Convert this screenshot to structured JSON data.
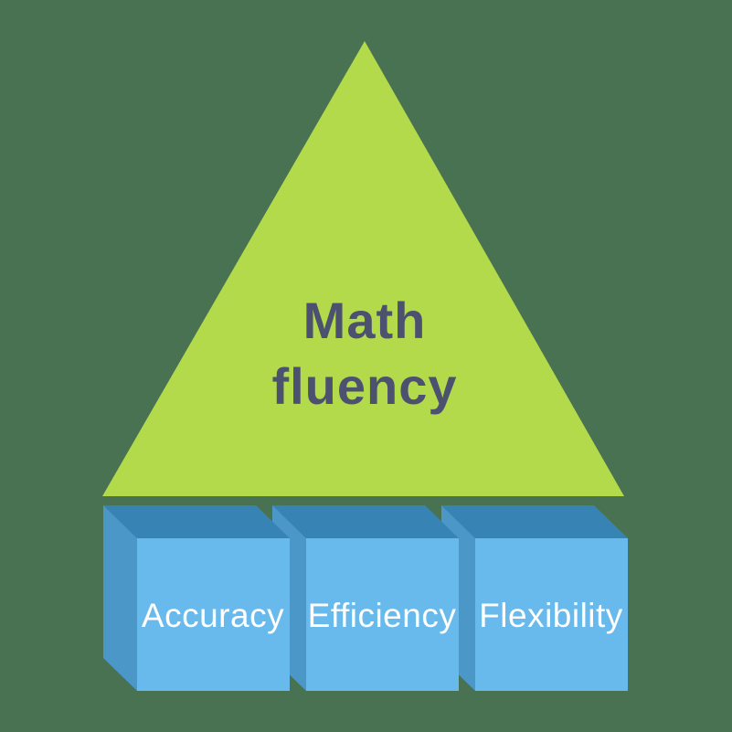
{
  "diagram": {
    "title_line1": "Math",
    "title_line2": "fluency",
    "cubes": [
      {
        "label": "Accuracy"
      },
      {
        "label": "Efficiency"
      },
      {
        "label": "Flexibility"
      }
    ],
    "colors": {
      "background": "#497253",
      "triangle": "#b2da4b",
      "title_text": "#4c516f",
      "cube_front": "#69baec",
      "cube_top": "#3784b4",
      "cube_side": "#4b97c8",
      "label_text": "#ffffff"
    }
  }
}
